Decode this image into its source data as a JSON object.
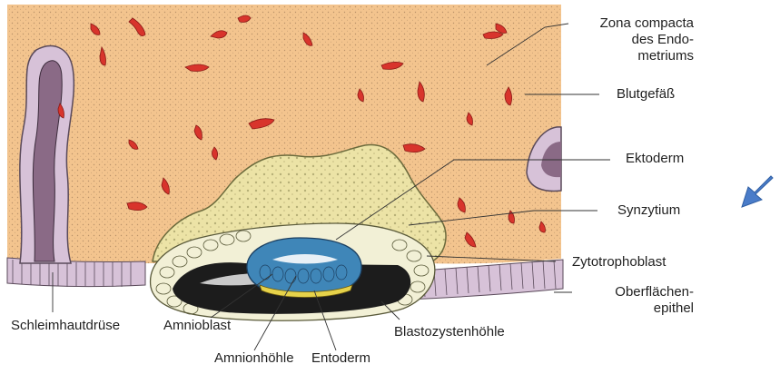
{
  "labels": {
    "zona_compacta": [
      "Zona compacta",
      "des Endo-",
      "metriums"
    ],
    "blutgefaess": "Blutgefäß",
    "ektoderm": "Ektoderm",
    "synzytium": "Synzytium",
    "zytotrophoblast": "Zytotrophoblast",
    "oberflaechenepithel": [
      "Oberflächen-",
      "epithel"
    ],
    "schleimhautdruese": "Schleimhautdrüse",
    "amnioblast": "Amnioblast",
    "blastozystenhoehle": "Blastozystenhöhle",
    "amnionhoehle": "Amnionhöhle",
    "entoderm": "Entoderm"
  },
  "pointer": {
    "icon": "blue-arrow-icon",
    "color": "#4a7cc9"
  },
  "colors": {
    "endometrium": "#f3c48e",
    "blood_vessel": "#d8342c",
    "syncytium": "#ece3a6",
    "cytotrophoblast": "#f2f0d6",
    "embryoblast": "#3f86b8",
    "epithelium": "#d7c2d8",
    "gland_lumen": "#8a6a86",
    "cavity": "#1c1c1c"
  }
}
